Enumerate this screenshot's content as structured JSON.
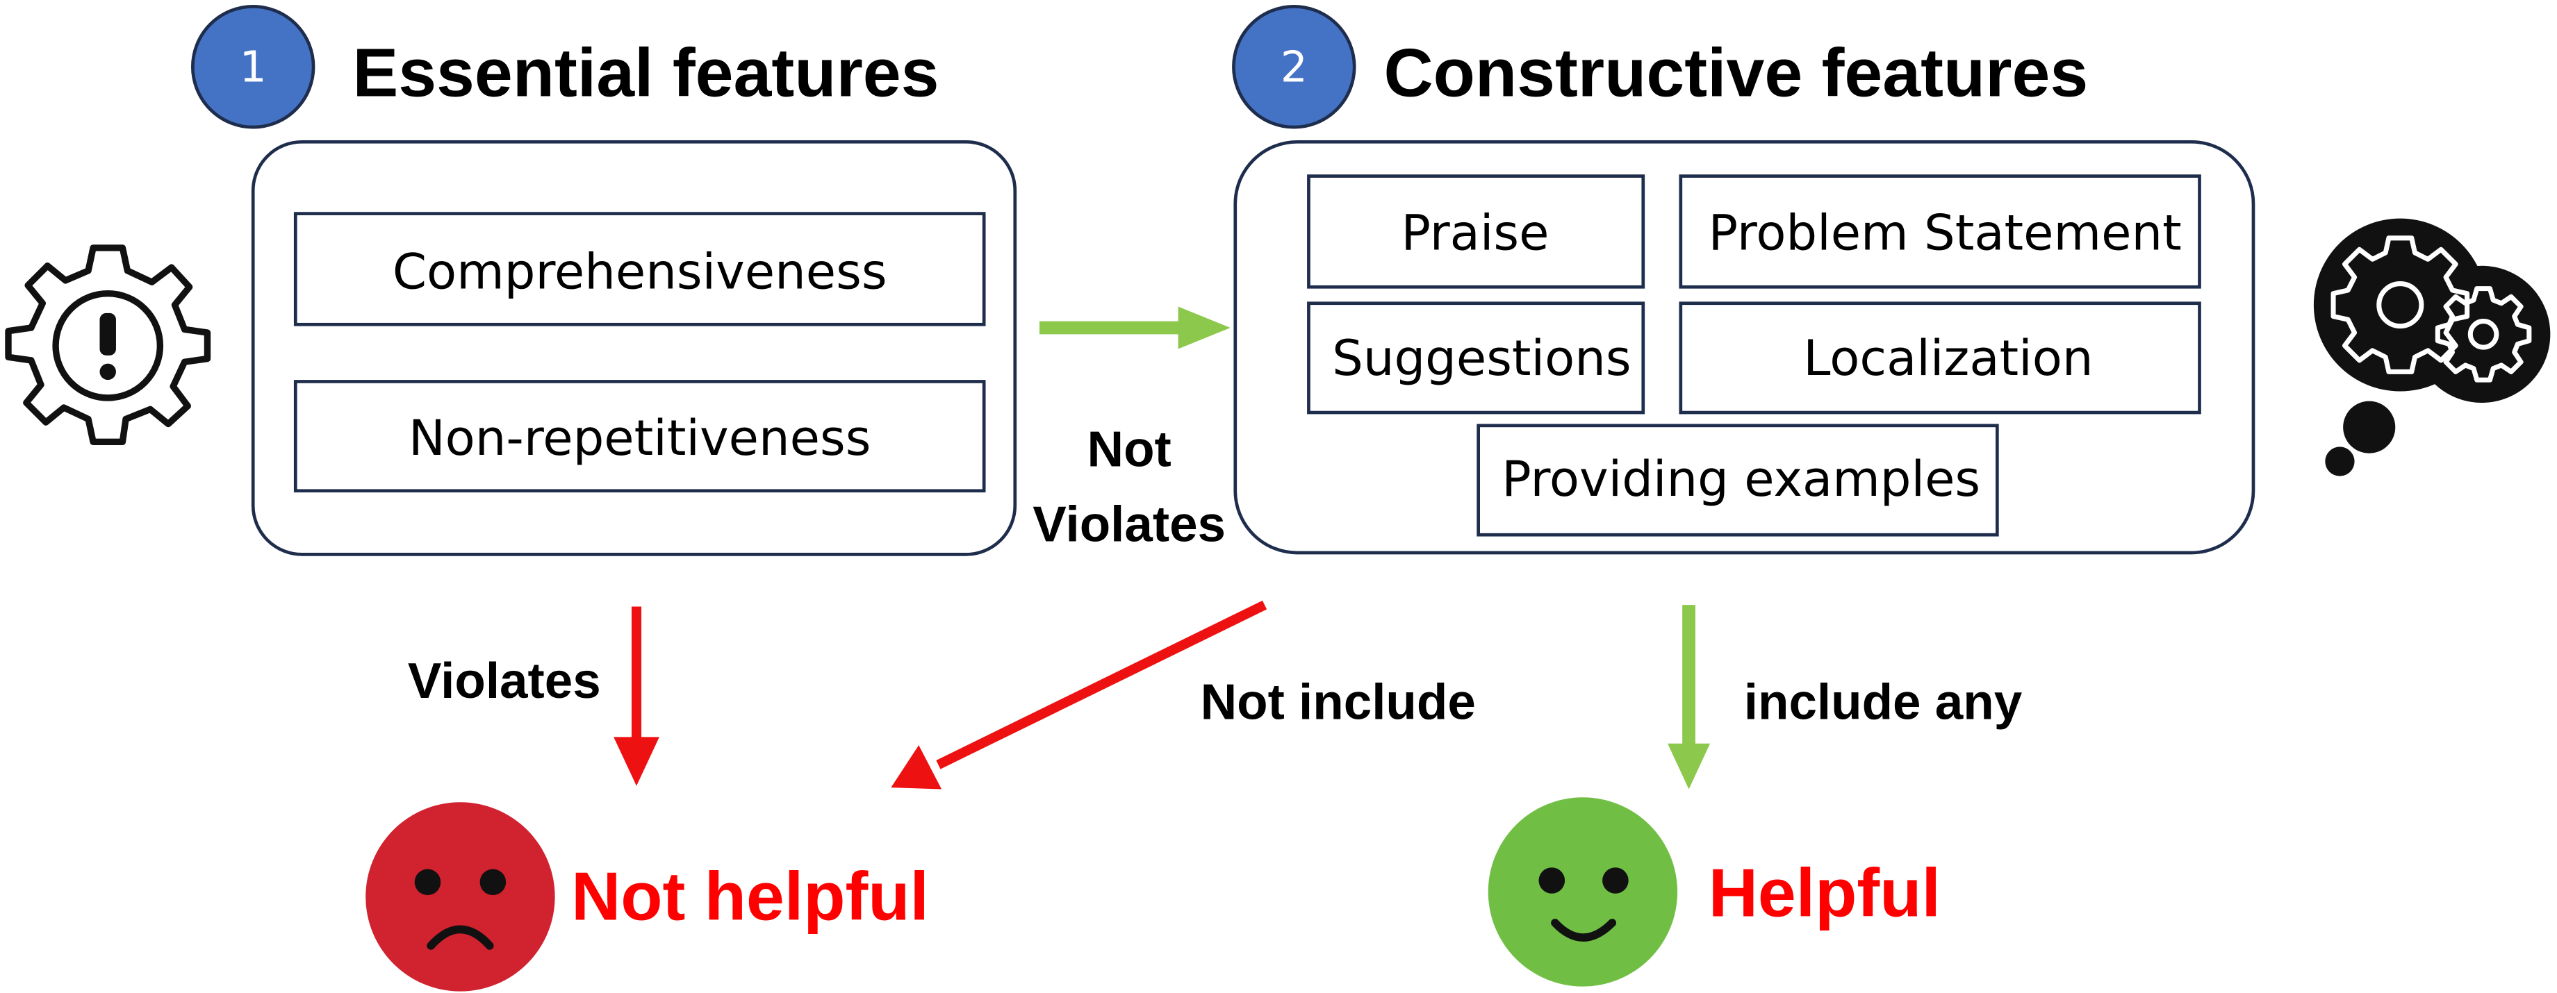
{
  "colors": {
    "badge": "#4472c4",
    "arrow_green": "#8cc84b",
    "arrow_red": "#ee1111",
    "face_sad": "#d0222f",
    "face_happy": "#70bf44",
    "result_text": "#ff0000",
    "outline": "#1f2d4d"
  },
  "step1": {
    "badge": "1",
    "title": "Essential features",
    "items": [
      "Comprehensiveness",
      "Non-repetitiveness"
    ]
  },
  "step2": {
    "badge": "2",
    "title": "Constructive features",
    "items": [
      "Praise",
      "Problem Statement",
      "Suggestions",
      "Localization",
      "Providing examples"
    ]
  },
  "edges": {
    "not_violates": [
      "Not",
      "Violates"
    ],
    "violates": "Violates",
    "not_include": "Not include",
    "include_any": "include any"
  },
  "outcomes": {
    "not_helpful": "Not helpful",
    "helpful": "Helpful"
  },
  "icons": {
    "left": "gear-warning-icon",
    "right": "thinking-gears-icon",
    "sad": "sad-face-icon",
    "happy": "happy-face-icon"
  }
}
